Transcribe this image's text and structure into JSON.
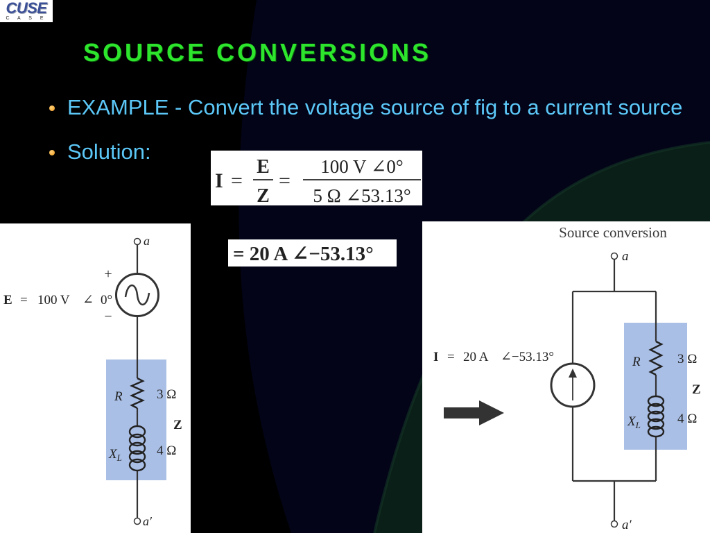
{
  "slide": {
    "logo": {
      "text": "CUSE",
      "subtext": "C A S E"
    },
    "title": "SOURCE CONVERSIONS",
    "bullets": [
      {
        "text": "EXAMPLE - Convert the voltage source of fig to a current source"
      },
      {
        "text": "Solution:"
      }
    ]
  },
  "equation_1": {
    "lhs": "I",
    "equals_1": "=",
    "ratio_numerator": "E",
    "ratio_denominator": "Z",
    "equals_2": "=",
    "value_numerator": "100 V ∠0°",
    "value_denominator": "5 Ω ∠53.13°"
  },
  "equation_2": {
    "text": "= 20 A ∠−53.13°"
  },
  "voltage_source_circuit": {
    "terminal_top": "a",
    "terminal_bottom": "a′",
    "polarity_plus": "+",
    "polarity_minus": "−",
    "source_label": {
      "symbol": "E",
      "equals": "=",
      "magnitude": "100 V",
      "angle_symbol": "∠",
      "angle": "0°"
    },
    "resistor": {
      "label": "R",
      "value": "3 Ω"
    },
    "inductor": {
      "label": "X",
      "subscript": "L",
      "value": "4 Ω"
    },
    "impedance_label": "Z"
  },
  "current_source_circuit": {
    "caption": "Source conversion",
    "terminal_top": "a",
    "terminal_bottom": "a′",
    "source_label": {
      "symbol": "I",
      "equals": "=",
      "magnitude": "20 A",
      "angle": "∠−53.13°"
    },
    "resistor": {
      "label": "R",
      "value": "3 Ω"
    },
    "inductor": {
      "label": "X",
      "subscript": "L",
      "value": "4 Ω"
    },
    "impedance_label": "Z"
  },
  "icons": {
    "voltage_source": "ac-source-icon",
    "current_source": "current-source-icon",
    "conversion_arrow": "right-arrow-icon",
    "bullet": "bullet-dot-icon"
  },
  "colors": {
    "background": "#000000",
    "title": "#2de52d",
    "bullet_text": "#5cc8f8",
    "bullet_marker": "#f09a1e",
    "impedance_box": "#aabfe6",
    "arrow": "#333333"
  }
}
